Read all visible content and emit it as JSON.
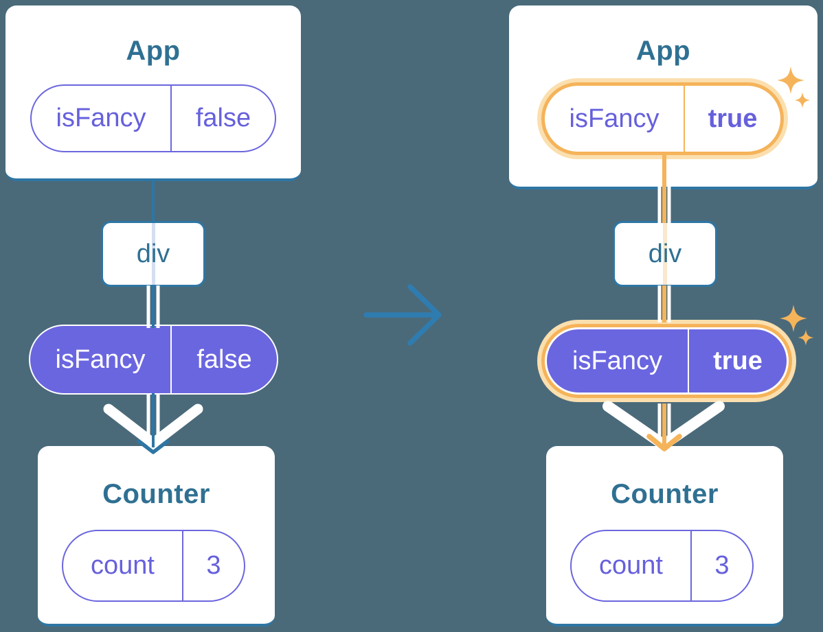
{
  "left_tree": {
    "app_card": {
      "title": "App",
      "prop_pill": {
        "key": "isFancy",
        "value": "false"
      }
    },
    "div_node": {
      "label": "div"
    },
    "passed_prop_pill": {
      "key": "isFancy",
      "value": "false"
    },
    "counter_card": {
      "title": "Counter",
      "state_pill": {
        "key": "count",
        "value": "3"
      }
    }
  },
  "right_tree": {
    "app_card": {
      "title": "App",
      "prop_pill": {
        "key": "isFancy",
        "value": "true"
      }
    },
    "div_node": {
      "label": "div"
    },
    "passed_prop_pill": {
      "key": "isFancy",
      "value": "true"
    },
    "counter_card": {
      "title": "Counter",
      "state_pill": {
        "key": "count",
        "value": "3"
      }
    }
  },
  "colors": {
    "background": "#4A6A7A",
    "card_white": "#FFFFFF",
    "blue_line": "#2E76A4",
    "title_blue": "#2F7092",
    "purple_fill": "#6A66E0",
    "purple_text": "#6660DC",
    "orange_highlight": "#F5B35A",
    "orange_halo": "#FBDFAE",
    "pale_blue_line": "#D5DEF1",
    "pale_orange_line": "#FAE9CE",
    "arrow_white": "#FFFFFF"
  }
}
